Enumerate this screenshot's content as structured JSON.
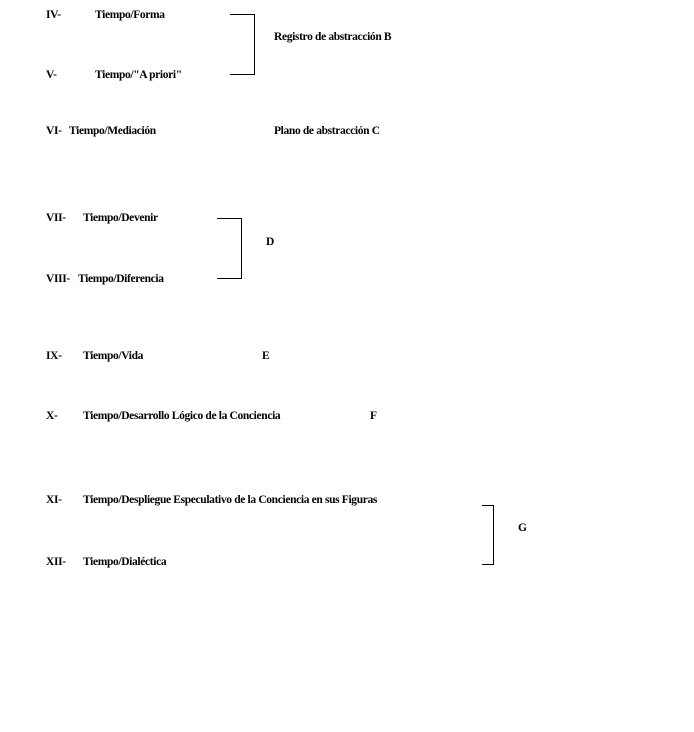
{
  "rows": [
    {
      "num": "IV-",
      "text": "Tiempo/Forma"
    },
    {
      "num": "V-",
      "text": "Tiempo/\"A priori\""
    },
    {
      "num": "VI-",
      "text": "Tiempo/Mediación"
    },
    {
      "num": "VII-",
      "text": "Tiempo/Devenir"
    },
    {
      "num": "VIII-",
      "text": "Tiempo/Diferencia"
    },
    {
      "num": "IX-",
      "text": "Tiempo/Vida"
    },
    {
      "num": "X-",
      "text": "Tiempo/Desarrollo Lógico de la Conciencia"
    },
    {
      "num": "XI-",
      "text": "Tiempo/Despliegue Especulativo de la Conciencia en sus Figuras"
    },
    {
      "num": "XII-",
      "text": "Tiempo/Dialéctica"
    }
  ],
  "groups": {
    "b": "Registro de abstracción B",
    "c": "Plano de abstracción C",
    "d": "D",
    "e": "E",
    "f": "F",
    "g": "G"
  }
}
